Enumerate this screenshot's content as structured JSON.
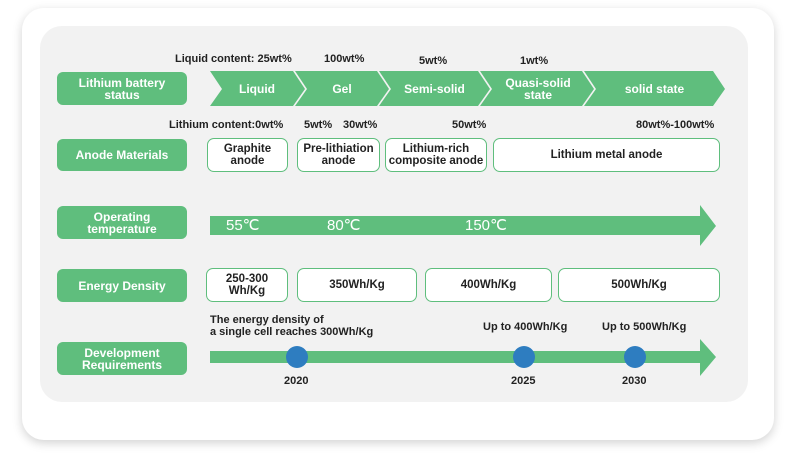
{
  "rows": {
    "lithium_status": "Lithium battery\nstatus",
    "anode_materials": "Anode Materials",
    "operating_temperature": "Operating\ntemperature",
    "energy_density": "Energy Density",
    "development": "Development\nRequirements"
  },
  "liquid_content": [
    "Liquid content: 25wt%",
    "100wt%",
    "5wt%",
    "1wt%"
  ],
  "states": [
    "Liquid",
    "Gel",
    "Semi-solid",
    "Quasi-solid\nstate",
    "solid state"
  ],
  "lithium_content": [
    "Lithium content:0wt%",
    "5wt%",
    "30wt%",
    "50wt%",
    "80wt%-100wt%"
  ],
  "anodes": [
    "Graphite\nanode",
    "Pre-lithiation\nanode",
    "Lithium-rich\ncomposite anode",
    "Lithium metal anode"
  ],
  "temperatures": [
    "55℃",
    "80℃",
    "150℃"
  ],
  "energy": [
    "250-300\nWh/Kg",
    "350Wh/Kg",
    "400Wh/Kg",
    "500Wh/Kg"
  ],
  "milestones": [
    {
      "year": "2020",
      "note": "The energy density of\na single cell reaches 300Wh/Kg"
    },
    {
      "year": "2025",
      "note": "Up to 400Wh/Kg"
    },
    {
      "year": "2030",
      "note": "Up to 500Wh/Kg"
    }
  ],
  "colors": {
    "green": "#5fbe7d",
    "blue_dot": "#2e7dc0",
    "panel": "#f2f2f2"
  }
}
